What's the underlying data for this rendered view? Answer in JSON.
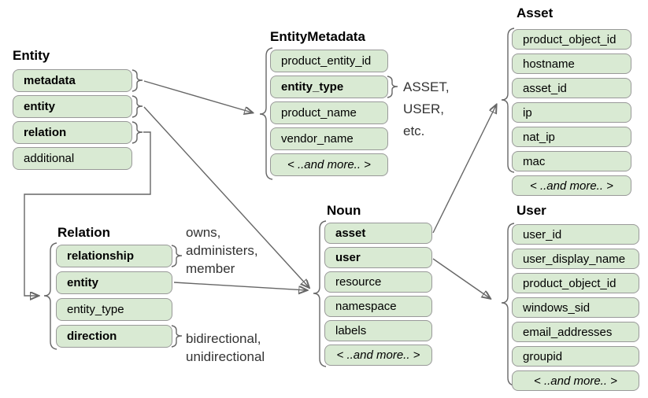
{
  "colors": {
    "row_fill": "#d9ead3",
    "row_border": "#999999",
    "connector": "#666666",
    "title_text": "#000000",
    "annotation_text": "#333333",
    "background": "#ffffff"
  },
  "tables": {
    "entity": {
      "title": "Entity",
      "rows": [
        "metadata",
        "entity",
        "relation",
        "additional"
      ]
    },
    "entity_metadata": {
      "title": "EntityMetadata",
      "rows": [
        "product_entity_id",
        "entity_type",
        "product_name",
        "vendor_name",
        "< ..and more.. >"
      ]
    },
    "asset": {
      "title": "Asset",
      "rows": [
        "product_object_id",
        "hostname",
        "asset_id",
        "ip",
        "nat_ip",
        "mac",
        "< ..and more.. >"
      ]
    },
    "user": {
      "title": "User",
      "rows": [
        "user_id",
        "user_display_name",
        "product_object_id",
        "windows_sid",
        "email_addresses",
        "groupid",
        "< ..and more.. >"
      ]
    },
    "noun": {
      "title": "Noun",
      "rows": [
        "asset",
        "user",
        "resource",
        "namespace",
        "labels",
        "< ..and more.. >"
      ]
    },
    "relation": {
      "title": "Relation",
      "rows": [
        "relationship",
        "entity",
        "entity_type",
        "direction"
      ]
    }
  },
  "annotations": {
    "entity_type_values": "ASSET,\nUSER,\netc.",
    "relationship_values": "owns,\nadministers,\nmember",
    "direction_values": "bidirectional,\nunidirectional"
  }
}
